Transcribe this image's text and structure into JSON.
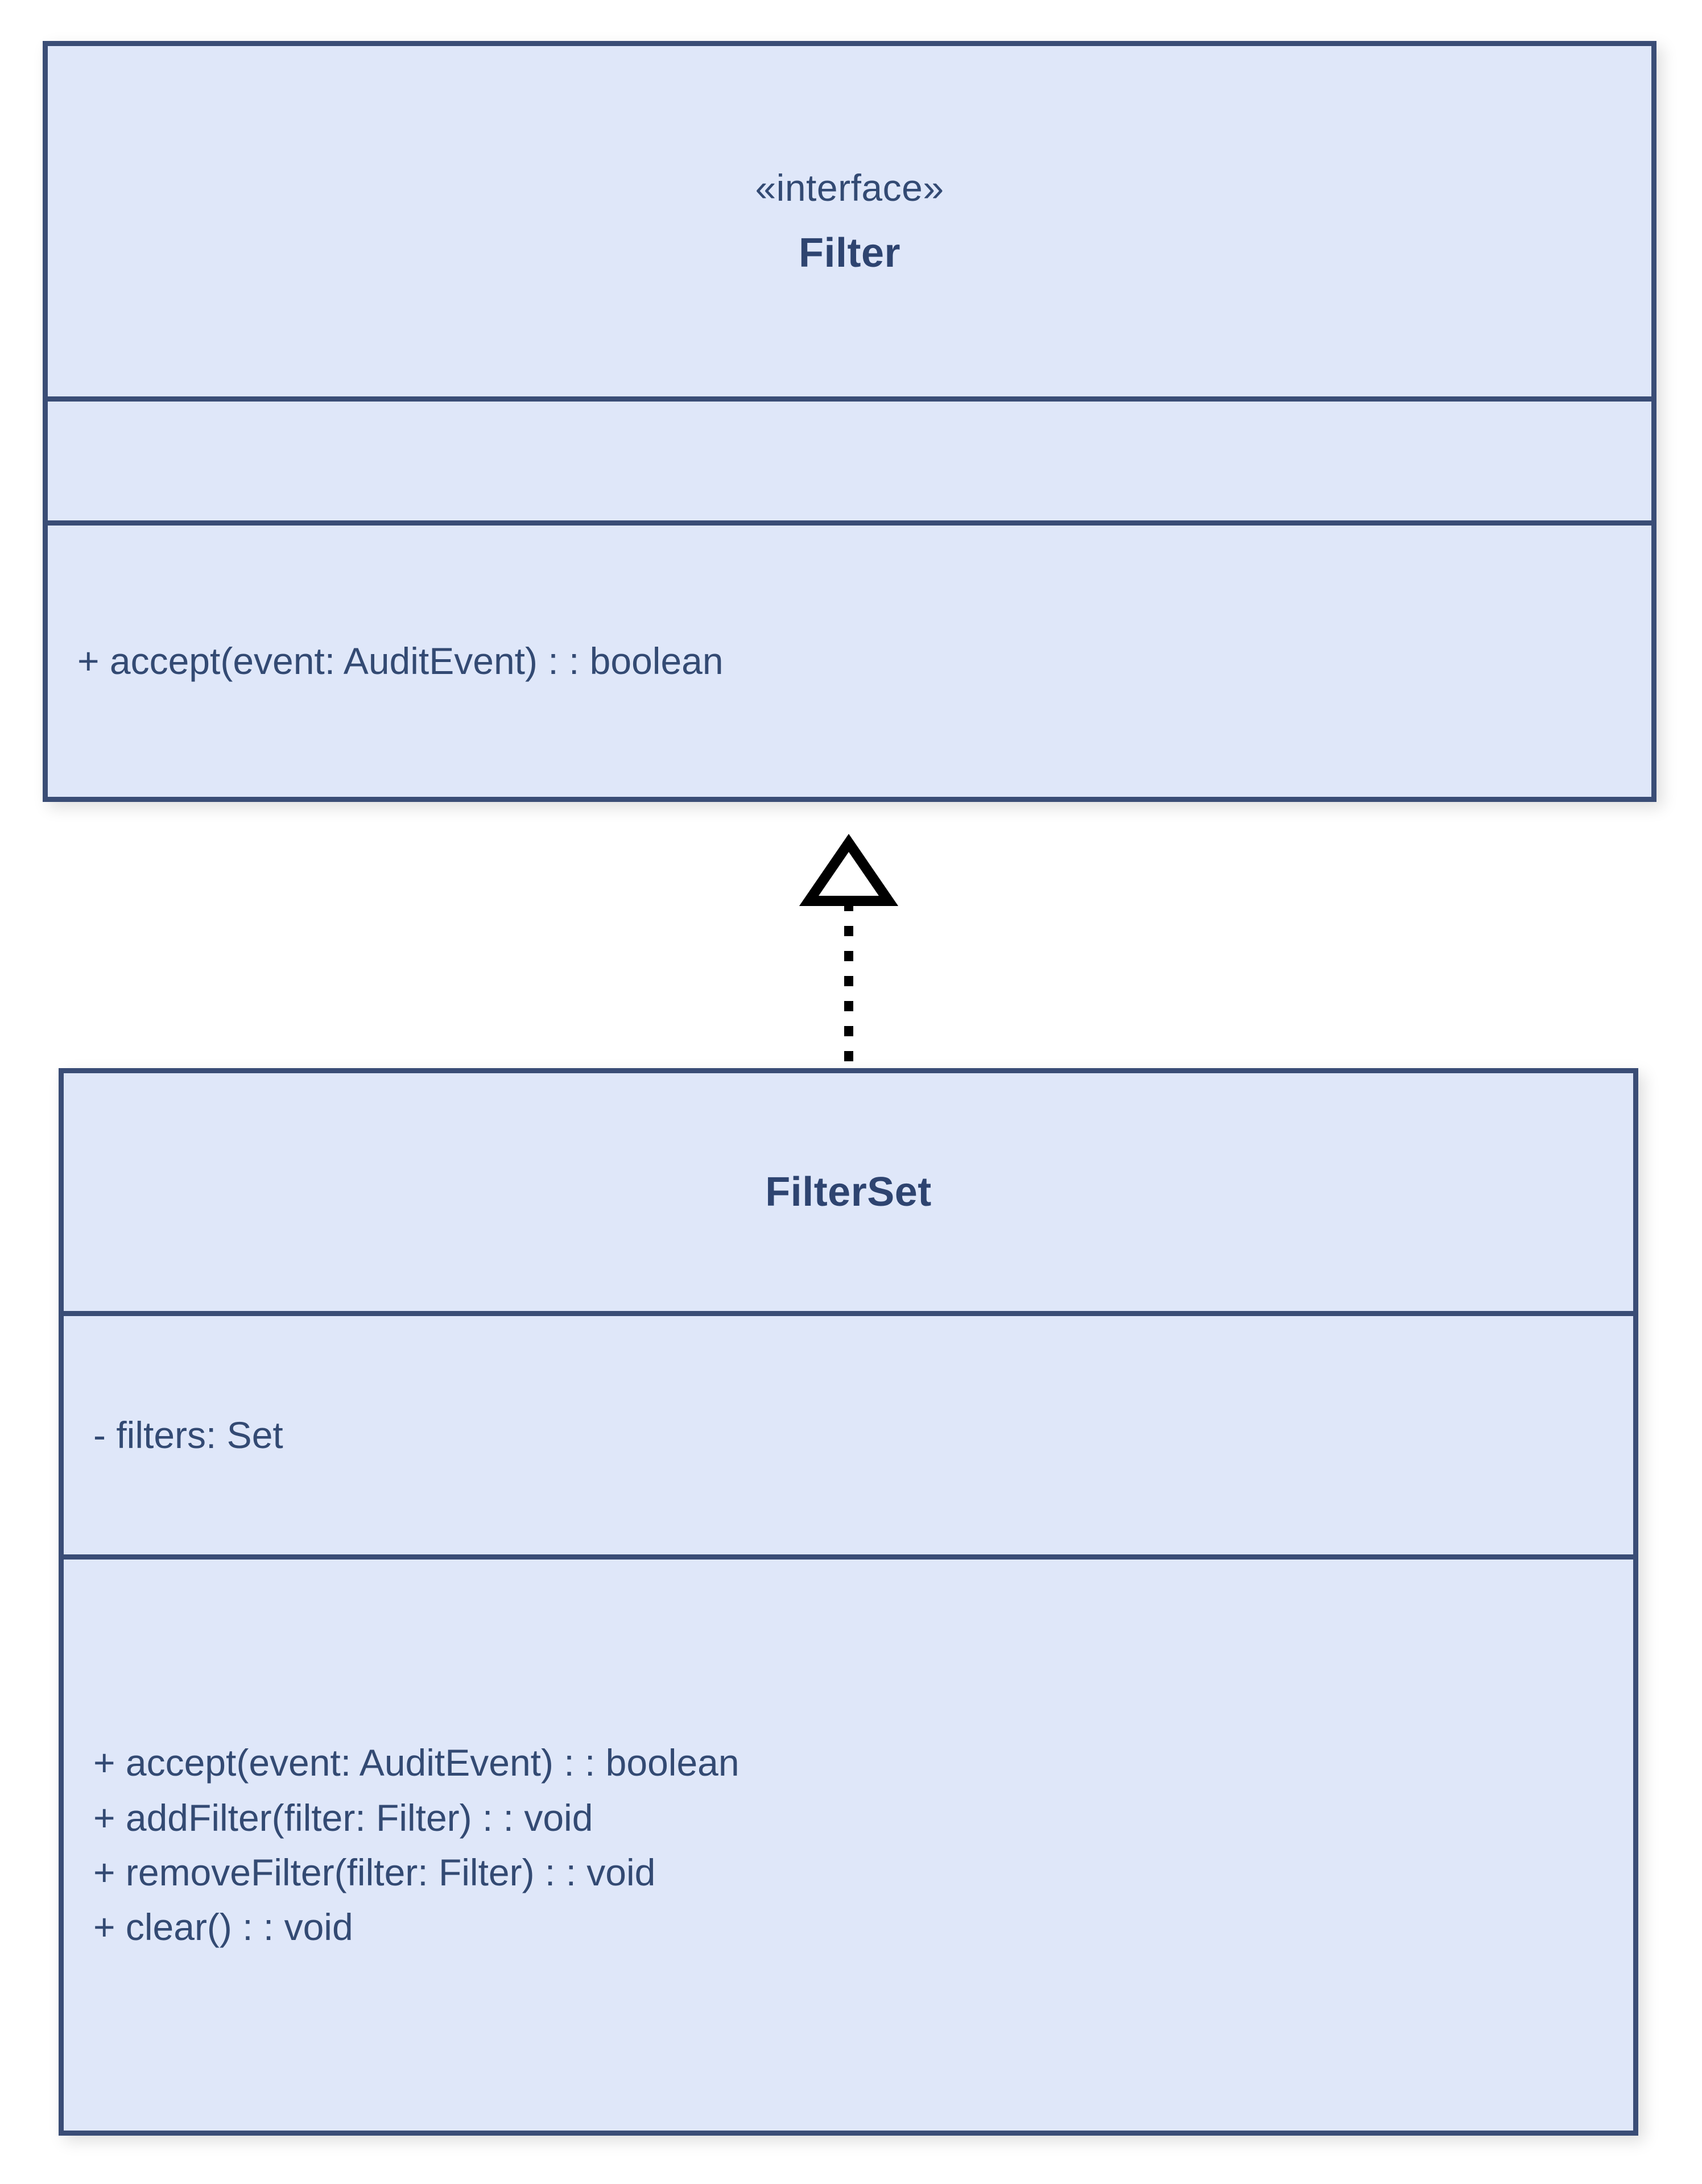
{
  "diagram": {
    "type": "uml-class-diagram",
    "background_color": "#ffffff",
    "border_color": "#3a4d76",
    "fill_color": "#dfe7f9",
    "text_color": "#334a73",
    "connector_color": "#000000"
  },
  "classes": [
    {
      "id": "filter",
      "stereotype": "«interface»",
      "name": "Filter",
      "attributes": [],
      "operations": [
        "+ accept(event: AuditEvent) : : boolean"
      ]
    },
    {
      "id": "filterset",
      "stereotype": "",
      "name": "FilterSet",
      "attributes": [
        "- filters: Set"
      ],
      "operations": [
        "+ accept(event: AuditEvent) : : boolean",
        "+ addFilter(filter: Filter) : : void",
        "+ removeFilter(filter: Filter) : : void",
        "+ clear() : : void"
      ]
    }
  ],
  "relationships": [
    {
      "id": "filterset-realizes-filter",
      "kind": "realization",
      "line_style": "dashed",
      "arrowhead": "hollow-triangle",
      "source": "FilterSet",
      "target": "Filter",
      "label": ""
    }
  ]
}
